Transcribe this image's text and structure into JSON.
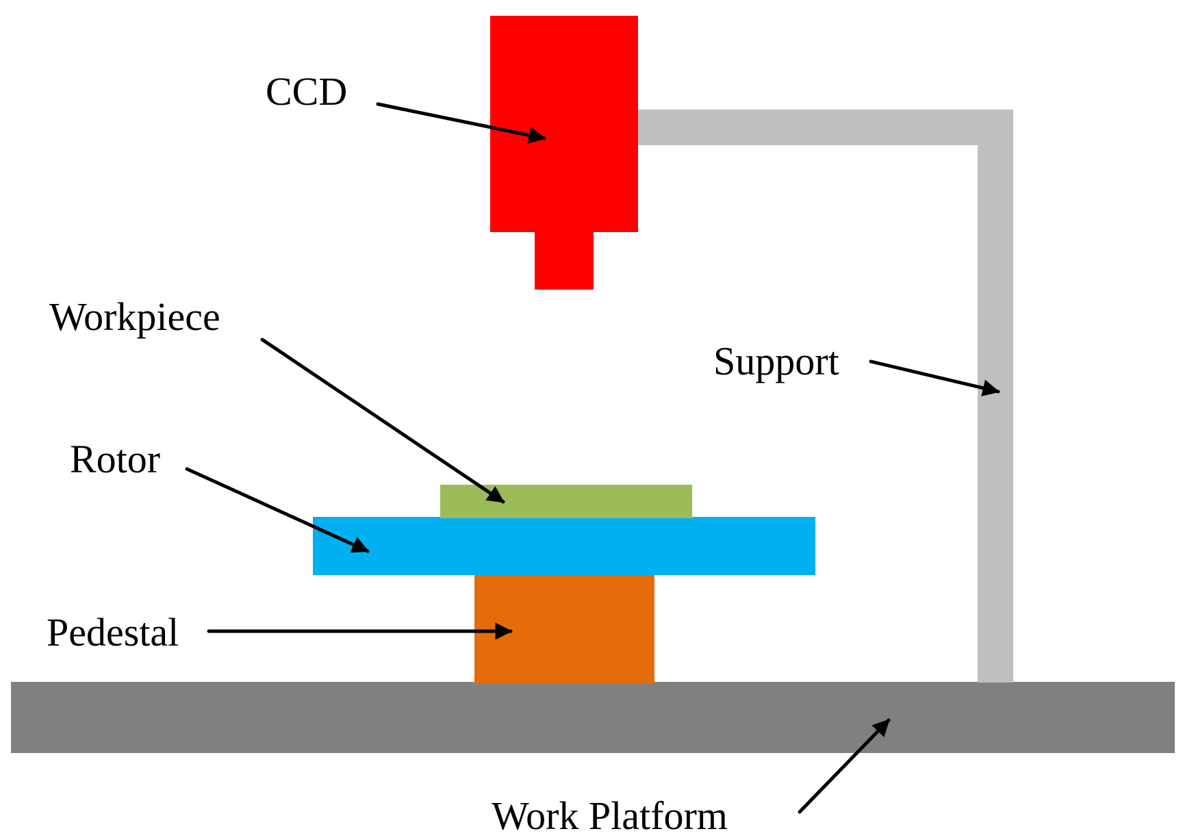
{
  "diagram": {
    "labels": {
      "ccd": "CCD",
      "workpiece": "Workpiece",
      "rotor": "Rotor",
      "pedestal": "Pedestal",
      "support": "Support",
      "work_platform": "Work Platform"
    },
    "colors": {
      "ccd": "#ff0000",
      "support": "#bfbfbf",
      "workpiece": "#9bbb59",
      "rotor": "#00b0f0",
      "pedestal": "#e46c0a",
      "work_platform": "#808080",
      "arrow": "#000000"
    }
  }
}
